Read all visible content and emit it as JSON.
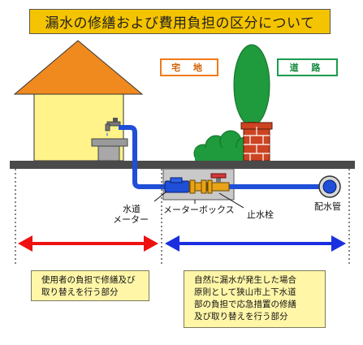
{
  "title": "漏水の修繕および費用負担の区分について",
  "tags": {
    "private_land": "宅 地",
    "road": "道 路"
  },
  "labels": {
    "water_meter_line1": "水道",
    "water_meter_line2": "メーター",
    "meter_box": "メーターボックス",
    "stop_valve": "止水栓",
    "water_main": "配水管"
  },
  "notes": {
    "user_side": [
      "使用者の負担で修繕及び",
      "取り替えを行う部分"
    ],
    "city_side": [
      "自然に漏水が発生した場合",
      "原則として狭山市上下水道",
      "部の負担で応急措置の修繕",
      "及び取り替えを行う部分"
    ]
  },
  "colors": {
    "title_bg": "#f5c400",
    "roof": "#f08a1e",
    "house_wall": "#fff38a",
    "pipe": "#1f4fd8",
    "arrow_user": "#ee1111",
    "arrow_city": "#1a2fe0",
    "tree": "#1f9a3c",
    "chimney": "#cc4422",
    "road": "#4a4a4a",
    "note_bg": "#fff6a8"
  }
}
